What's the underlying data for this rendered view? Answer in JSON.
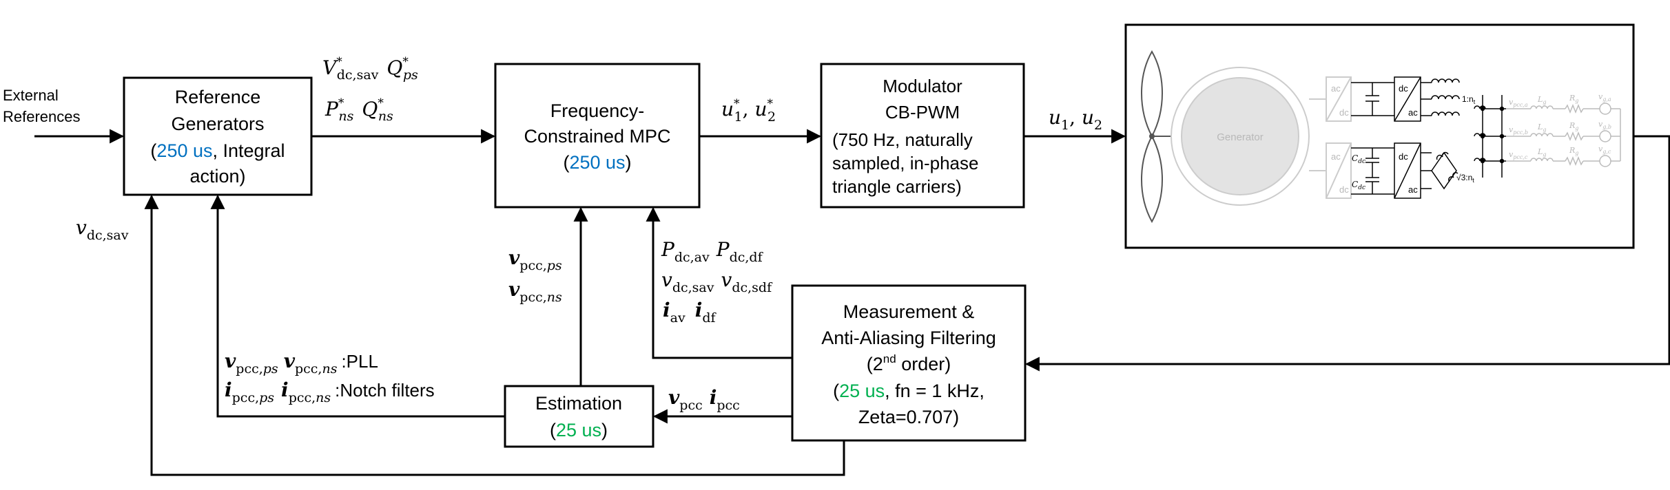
{
  "colors": {
    "blue": "#0070c0",
    "green": "#00b050",
    "line": "#000000",
    "faint": "#b8b8b8"
  },
  "external_refs": [
    "External",
    "References"
  ],
  "ref_gen": {
    "line1": "Reference",
    "line2": "Generators",
    "open": "(",
    "rate": "250 us",
    "rest": ", Integral",
    "line4": "action)"
  },
  "mpc": {
    "line1": "Frequency-",
    "line2": "Constrained MPC",
    "open": "(",
    "rate": "250 us",
    "close": ")"
  },
  "modulator": {
    "line1": "Modulator",
    "line2": "CB-PWM",
    "line3": "(750 Hz, naturally",
    "line4": "sampled, in-phase",
    "line5": "triangle carriers)"
  },
  "measurement": {
    "line1": "Measurement &",
    "line2": "Anti-Aliasing Filtering",
    "line3_a": "(2",
    "line3_sup": "nd",
    "line3_b": " order)",
    "open": "(",
    "rate": "25 us",
    "rest": ", fn = 1 kHz,",
    "line5": "Zeta=0.707)"
  },
  "estimation": {
    "line1": "Estimation",
    "open": "(",
    "rate": "25 us",
    "close": ")"
  },
  "plant": {
    "generator": "Generator",
    "conv_ac": "ac",
    "conv_dc": "dc",
    "cdc": "C",
    "cdc_sub": "dc",
    "ratio_top": "1:n",
    "ratio_top_sub": "t",
    "ratio_bottom": "√3:n",
    "ratio_bottom_sub": "t",
    "vpcc_a": "v",
    "vpcc_a_sub": "pcc,a",
    "vpcc_b_sub": "pcc,b",
    "vpcc_c_sub": "pcc,c",
    "lg": "L",
    "lg_sub": "g",
    "rg": "R",
    "rg_sub": "g",
    "vg": "v",
    "vg_a_sub": "g,a",
    "vg_b_sub": "g,b",
    "vg_c_sub": "g,c"
  },
  "signals": {
    "v": "V",
    "star": "*",
    "dc_sav": "dc,sav",
    "q": "Q",
    "ps": "ps",
    "ns": "ns",
    "p": "P",
    "u": "u",
    "u1": "1",
    "u2": "2",
    "comma": ", ",
    "vsym": "v",
    "pcc": "pcc,",
    "pcc_plain": "pcc",
    "isym": "i",
    "pdc": "P",
    "dc_av": "dc,av",
    "dc_df": "dc,df",
    "dc_sdf": "dc,sdf",
    "av": "av",
    "df": "df",
    "pll": ":PLL",
    "notch": ":Notch filters"
  }
}
